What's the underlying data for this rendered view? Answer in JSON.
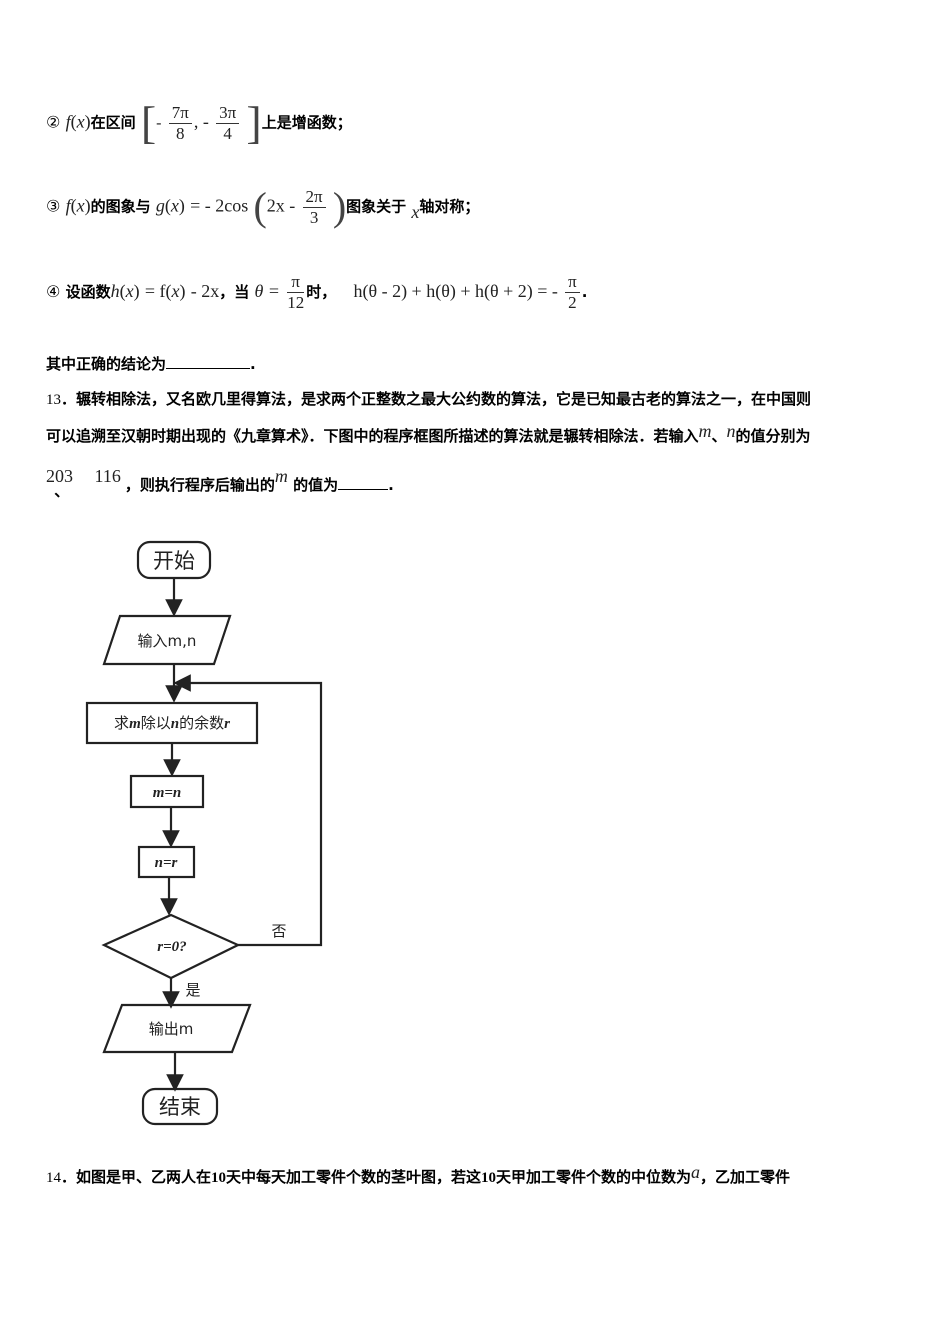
{
  "item2": {
    "marker": "②",
    "fx": "f",
    "var": "x",
    "text_interval": "在区间",
    "frac1_num": "7π",
    "frac1_den": "8",
    "frac2_num": "3π",
    "frac2_den": "4",
    "text_tail": "上是增函数；"
  },
  "item3": {
    "marker": "③",
    "fx": "f",
    "var": "x",
    "text_graph_with": "的图象与",
    "gx": "g",
    "eq_part": "= - 2cos",
    "inner": "2x -",
    "frac_num": "2π",
    "frac_den": "3",
    "text_tail": "图象关于",
    "axis": "x",
    "text_tail2": "轴对称；"
  },
  "item4": {
    "marker": "④",
    "text_let": "设函数",
    "hx": "h",
    "eq_part": "= f",
    "minus_2x": "- 2x",
    "text_when": "，当",
    "theta_eq": "θ =",
    "frac_num": "π",
    "frac_den": "12",
    "text_time": "时，",
    "expr": "h(θ - 2) + h(θ) + h(θ + 2) = -",
    "frac2_num": "π",
    "frac2_den": "2",
    "end": "."
  },
  "conclusion": {
    "text": "其中正确的结论为",
    "end": "."
  },
  "q13": {
    "number": "13",
    "line1": "．辗转相除法，又名欧几里得算法，是求两个正整数之最大公约数的算法，它是已知最古老的算法之一，在中国则",
    "line2_a": "可以追溯至汉朝时期出现的《九章算术》．下图中的程序框图所描述的算法就是辗转相除法．若输入",
    "var_m": "m",
    "sep": "、",
    "var_n": "n",
    "line2_b": "的值分别为",
    "val1": "203",
    "val2": "116",
    "line3_b": "，则执行程序后输出的",
    "line3_c": "的值为",
    "end": "."
  },
  "flowchart": {
    "start": "开始",
    "input": "输入m,n",
    "compute_a": "求",
    "compute_m": "m",
    "compute_b": "除以",
    "compute_n": "n",
    "compute_c": "的余数",
    "compute_r": "r",
    "assign1": "m=n",
    "assign2": "n=r",
    "decision": "r=0?",
    "no": "否",
    "yes": "是",
    "output": "输出m",
    "end": "结束"
  },
  "q14": {
    "number": "14",
    "text_a": "．如图是甲、乙两人在",
    "days1": "10",
    "text_b": "天中每天加工零件个数的茎叶图，若这",
    "days2": "10",
    "text_c": "天甲加工零件个数的中位数为",
    "var_a": "a",
    "text_d": "，乙加工零件"
  }
}
